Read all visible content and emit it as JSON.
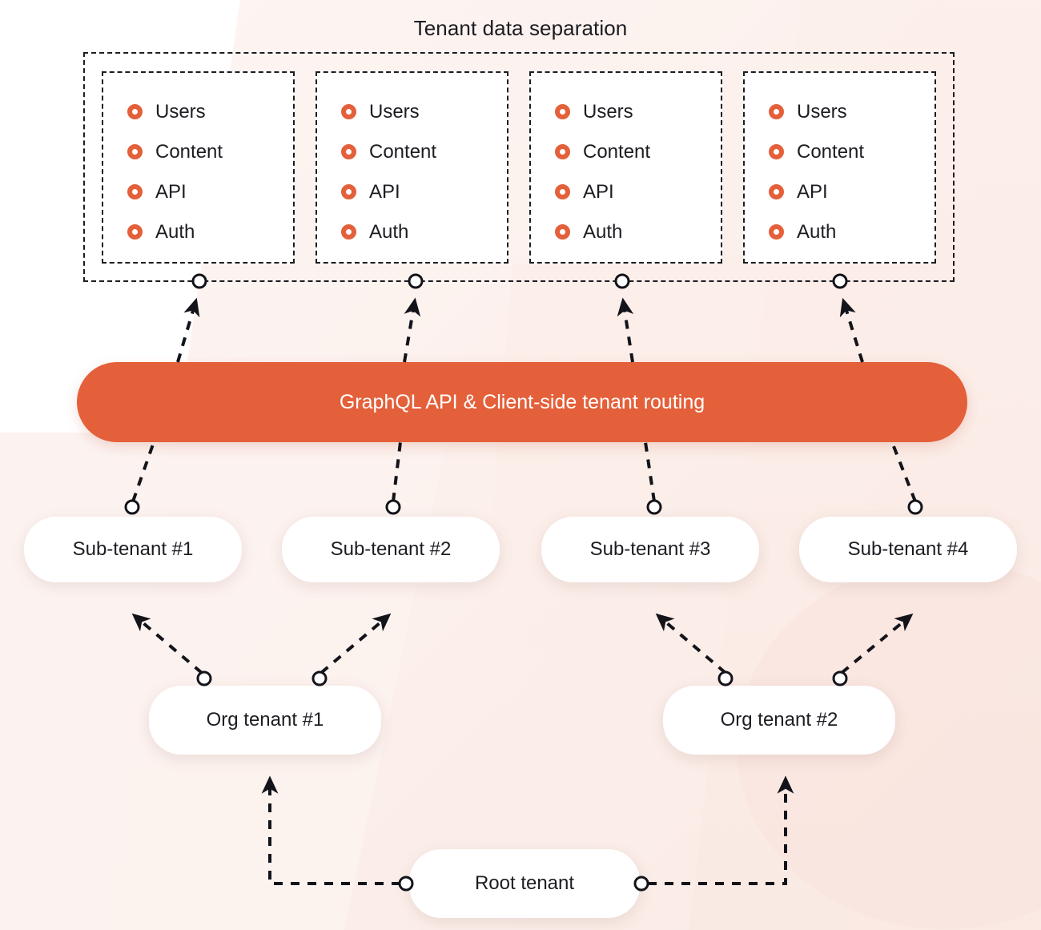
{
  "diagram": {
    "title": "Tenant data separation",
    "type": "hierarchy-architecture-diagram",
    "accent_color": "#E4603A",
    "text_color": "#1c1c22",
    "background_color": "#FBEDE8"
  },
  "separation_group": {
    "label": "Tenant data separation",
    "border_style": "dashed",
    "tenant_boxes": [
      {
        "id": "tenant-box-1",
        "features": [
          {
            "icon": "ring-bullet-icon",
            "label": "Users"
          },
          {
            "icon": "ring-bullet-icon",
            "label": "Content"
          },
          {
            "icon": "ring-bullet-icon",
            "label": "API"
          },
          {
            "icon": "ring-bullet-icon",
            "label": "Auth"
          }
        ]
      },
      {
        "id": "tenant-box-2",
        "features": [
          {
            "icon": "ring-bullet-icon",
            "label": "Users"
          },
          {
            "icon": "ring-bullet-icon",
            "label": "Content"
          },
          {
            "icon": "ring-bullet-icon",
            "label": "API"
          },
          {
            "icon": "ring-bullet-icon",
            "label": "Auth"
          }
        ]
      },
      {
        "id": "tenant-box-3",
        "features": [
          {
            "icon": "ring-bullet-icon",
            "label": "Users"
          },
          {
            "icon": "ring-bullet-icon",
            "label": "Content"
          },
          {
            "icon": "ring-bullet-icon",
            "label": "API"
          },
          {
            "icon": "ring-bullet-icon",
            "label": "Auth"
          }
        ]
      },
      {
        "id": "tenant-box-4",
        "features": [
          {
            "icon": "ring-bullet-icon",
            "label": "Users"
          },
          {
            "icon": "ring-bullet-icon",
            "label": "Content"
          },
          {
            "icon": "ring-bullet-icon",
            "label": "API"
          },
          {
            "icon": "ring-bullet-icon",
            "label": "Auth"
          }
        ]
      }
    ]
  },
  "api_bar": {
    "label": "GraphQL API & Client-side tenant routing",
    "fill": "#E4603A",
    "text_color": "#ffffff"
  },
  "sub_tenants": [
    {
      "label": "Sub-tenant #1"
    },
    {
      "label": "Sub-tenant #2"
    },
    {
      "label": "Sub-tenant #3"
    },
    {
      "label": "Sub-tenant #4"
    }
  ],
  "org_tenants": [
    {
      "label": "Org tenant #1"
    },
    {
      "label": "Org tenant #2"
    }
  ],
  "root_tenant": {
    "label": "Root tenant"
  },
  "connections": [
    {
      "from": "api-bar",
      "to": "tenant-box-1",
      "style": "dashed-arrow"
    },
    {
      "from": "api-bar",
      "to": "tenant-box-2",
      "style": "dashed-arrow"
    },
    {
      "from": "api-bar",
      "to": "tenant-box-3",
      "style": "dashed-arrow"
    },
    {
      "from": "api-bar",
      "to": "tenant-box-4",
      "style": "dashed-arrow"
    },
    {
      "from": "sub-tenant-1",
      "to": "api-bar",
      "style": "dashed-line"
    },
    {
      "from": "sub-tenant-2",
      "to": "api-bar",
      "style": "dashed-line"
    },
    {
      "from": "sub-tenant-3",
      "to": "api-bar",
      "style": "dashed-line"
    },
    {
      "from": "sub-tenant-4",
      "to": "api-bar",
      "style": "dashed-line"
    },
    {
      "from": "org-tenant-1",
      "to": "sub-tenant-1",
      "style": "dashed-arrow"
    },
    {
      "from": "org-tenant-1",
      "to": "sub-tenant-2",
      "style": "dashed-arrow"
    },
    {
      "from": "org-tenant-2",
      "to": "sub-tenant-3",
      "style": "dashed-arrow"
    },
    {
      "from": "org-tenant-2",
      "to": "sub-tenant-4",
      "style": "dashed-arrow"
    },
    {
      "from": "root-tenant",
      "to": "org-tenant-1",
      "style": "dashed-arrow"
    },
    {
      "from": "root-tenant",
      "to": "org-tenant-2",
      "style": "dashed-arrow"
    }
  ]
}
